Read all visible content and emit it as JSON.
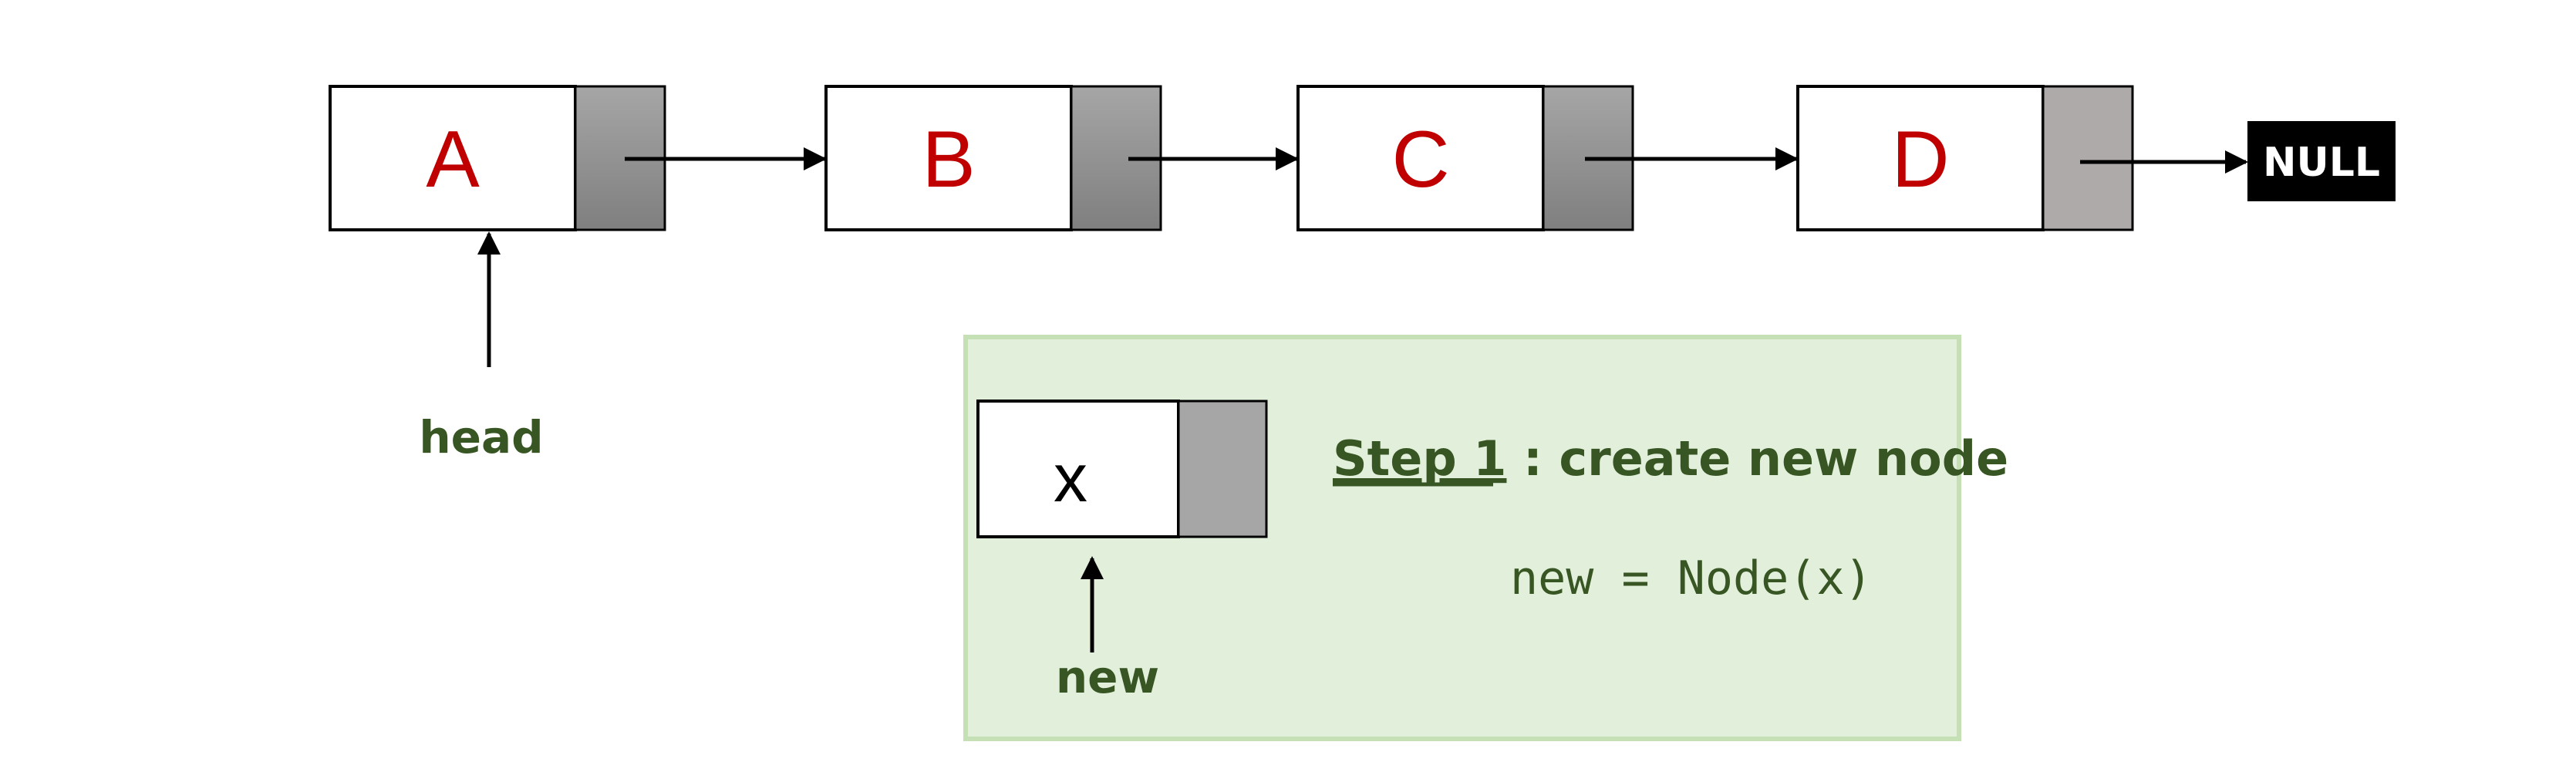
{
  "list": {
    "nodes": [
      {
        "label": "A"
      },
      {
        "label": "B"
      },
      {
        "label": "C"
      },
      {
        "label": "D"
      }
    ],
    "null_label": "NULL",
    "head_label": "head"
  },
  "step_panel": {
    "new_node_label": "x",
    "new_pointer_label": "new",
    "step_number_text": "Step 1",
    "step_rest_text": ": create new node",
    "code": "new = Node(x)"
  },
  "colors": {
    "node_text": "#c00000",
    "pointer_cell_dark": "#7f7f7f",
    "pointer_cell_last": "#aeaaaa",
    "null_box": "#000000",
    "panel_fill": "#e2efda",
    "panel_border": "#c5e0b4",
    "label_green": "#375623"
  }
}
